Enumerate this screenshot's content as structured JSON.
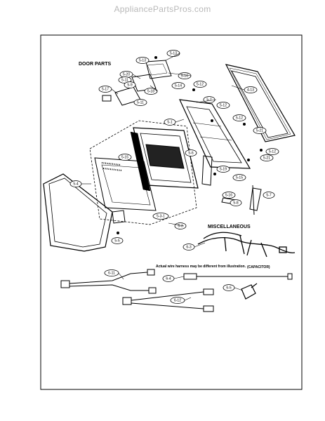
{
  "watermark": "AppliancePartsPros.com",
  "headings": {
    "door_parts": "DOOR PARTS",
    "miscellaneous": "MISCELLANEOUS",
    "harness_note": "Actual wire harness may be different from illustration.",
    "capacitor": "(CAPACITOR)"
  },
  "callouts": {
    "c513a": "5-13",
    "c510": "5-10",
    "c520": "5-20",
    "c511a": "5-11",
    "c59": "5-9",
    "c513b": "5-13",
    "c517": "5-17",
    "c518": "5-18",
    "c514": "5-14",
    "c511b": "5-11",
    "c512a": "5-12",
    "c413": "4-13",
    "c512b": "5-12",
    "c52": "5-2",
    "c512c": "5-12",
    "c521a": "5-21",
    "c51": "5-1",
    "c512d": "5-12",
    "c521b": "5-21",
    "c56": "5-6",
    "c515a": "5-15",
    "c519": "5-19",
    "c515b": "5-15",
    "c54": "5-4",
    "c516": "5-16",
    "c58": "5-8",
    "c57": "5-7",
    "c531": "5-3-1",
    "c53": "5-3",
    "c55": "5-5",
    "c63": "6-3",
    "c611": "6-11",
    "c64": "6-4",
    "c65": "6-5",
    "c612": "6-12"
  }
}
